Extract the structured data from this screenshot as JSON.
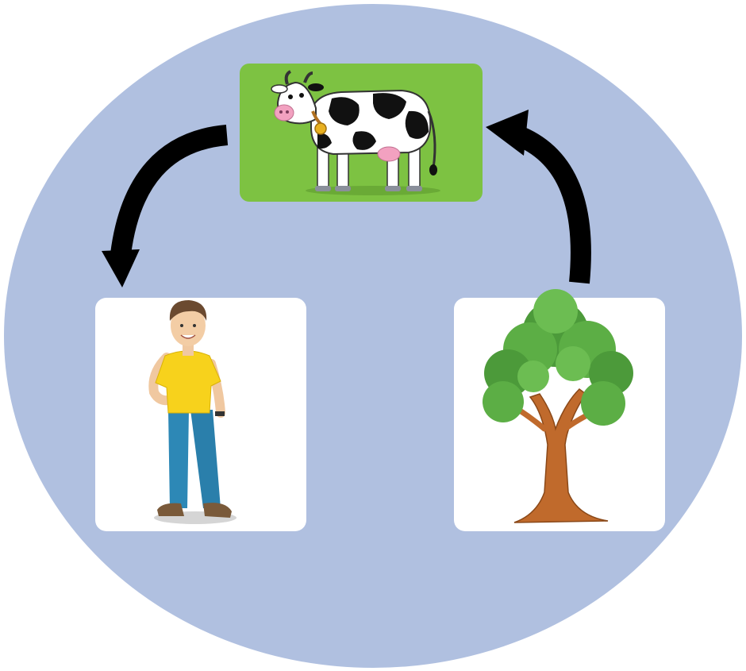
{
  "diagram": {
    "type": "food-chain-cycle",
    "colors": {
      "circle_background": "#b0c0e0",
      "cow_panel": "#7dc242",
      "card_background": "#ffffff",
      "arrow": "#000000"
    },
    "nodes": [
      {
        "id": "cow",
        "icon": "cow-icon"
      },
      {
        "id": "man",
        "icon": "man-icon"
      },
      {
        "id": "tree",
        "icon": "tree-icon"
      }
    ],
    "arrows": [
      {
        "from": "cow",
        "to": "man"
      },
      {
        "from": "tree",
        "to": "cow"
      }
    ]
  }
}
